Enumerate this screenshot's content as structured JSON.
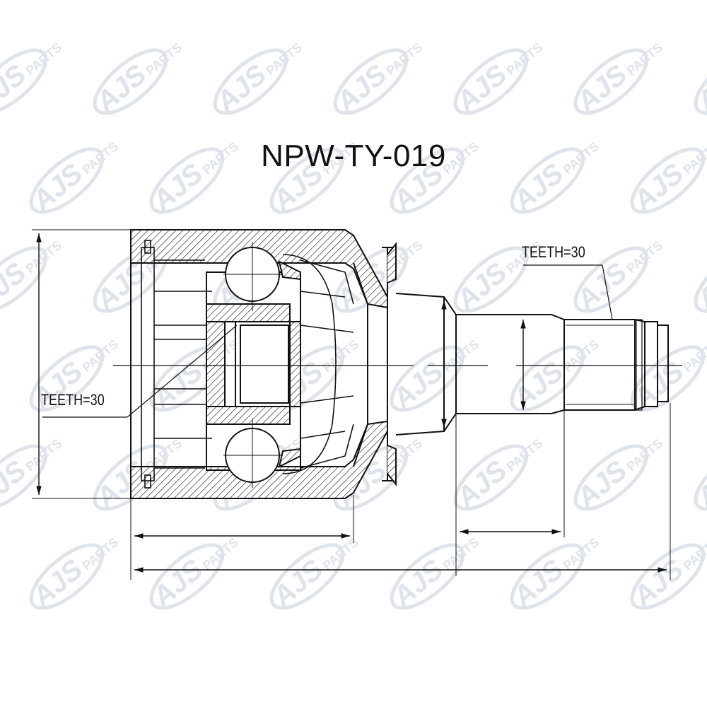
{
  "title": "NPW-TY-019",
  "labels": {
    "teeth_outer": "TEETH=30",
    "teeth_inner": "TEETH=30"
  },
  "watermark": {
    "brand": "AJS",
    "suffix": "PARTS"
  },
  "colors": {
    "line": "#111111",
    "watermark": "#dfe3ea",
    "background": "#ffffff"
  }
}
